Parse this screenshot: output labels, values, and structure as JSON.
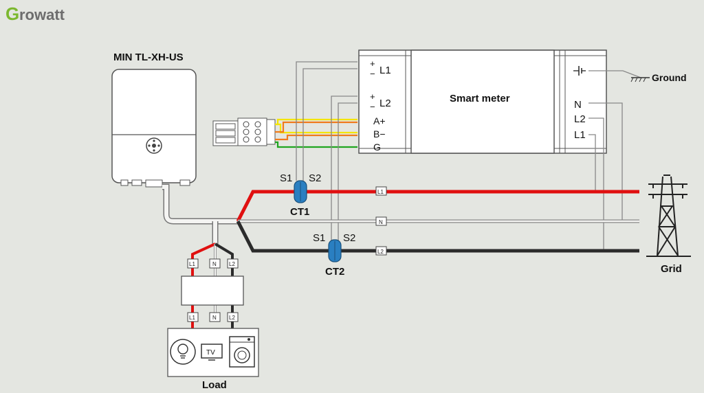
{
  "brand": {
    "name": "Growatt",
    "color_g": "#7cb82f",
    "color_text": "#6d6d6d"
  },
  "inverter": {
    "label": "MIN TL-XH-US"
  },
  "smart_meter": {
    "title": "Smart meter",
    "terminal_l1": "L1",
    "terminal_l2": "L2",
    "terminal_a": "A+",
    "terminal_b": "B−",
    "terminal_g": "G",
    "plus": "+",
    "minus": "−",
    "right_n": "N",
    "right_l2": "L2",
    "right_l1": "L1"
  },
  "ground": {
    "label": "Ground"
  },
  "ct1": {
    "label": "CT1",
    "s1": "S1",
    "s2": "S2"
  },
  "ct2": {
    "label": "CT2",
    "s1": "S1",
    "s2": "S2"
  },
  "lines": {
    "l1": "L1",
    "n": "N",
    "l2": "L2"
  },
  "grid": {
    "label": "Grid"
  },
  "load": {
    "label": "Load",
    "tv": "TV",
    "box_l1": "L1",
    "box_n": "N",
    "box_l2": "L2"
  },
  "colors": {
    "l1_red": "#e01010",
    "l2_dark": "#2b2b2b",
    "ct_blue": "#2a7fc1",
    "wire_yellow": "#f4e500",
    "wire_orange": "#f07a1a",
    "wire_green": "#1fa51f"
  }
}
